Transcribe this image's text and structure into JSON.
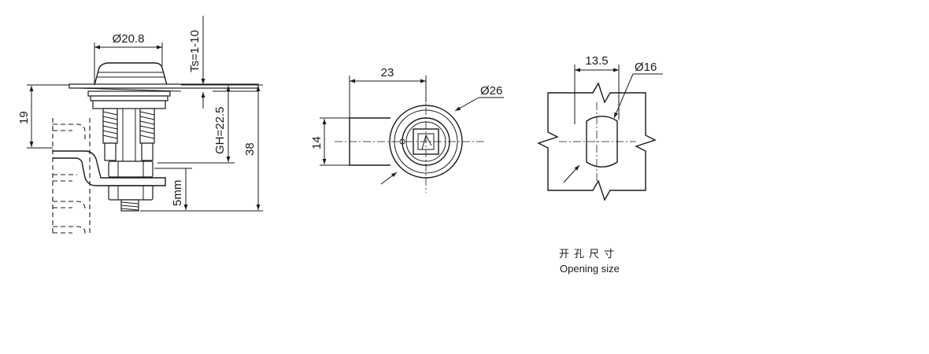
{
  "side_view": {
    "flange_diameter": "Ø20.8",
    "panel_thickness": "Ts=1-10",
    "grip_height": "GH=22.5",
    "total_length": "38",
    "cam_offset": "19",
    "thread_extension": "5mm"
  },
  "front_view": {
    "cam_length": "23",
    "cam_width": "14",
    "body_diameter": "Ø26"
  },
  "cutout_view": {
    "flat_width": "13.5",
    "hole_diameter": "Ø16",
    "caption_cn": "开孔尺寸",
    "caption_en": "Opening size"
  },
  "colors": {
    "line": "#1a1a1a",
    "background": "#ffffff"
  }
}
